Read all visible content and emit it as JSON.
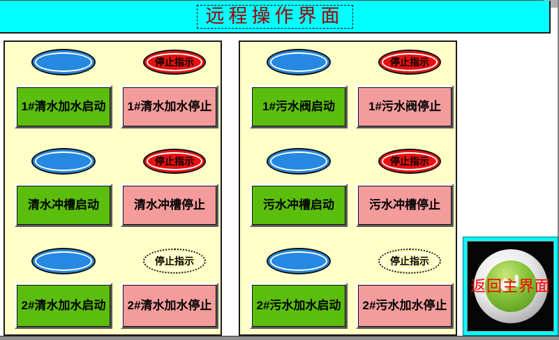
{
  "window": {
    "title": "远程操作界面"
  },
  "panels": [
    {
      "id": "clean-water",
      "sections": [
        {
          "indicator": "停止指示",
          "indicator_style": "red",
          "start": "1#清水加水启动",
          "stop": "1#清水加水停止"
        },
        {
          "indicator": "停止指示",
          "indicator_style": "red",
          "start": "清水冲槽启动",
          "stop": "清水冲槽停止"
        },
        {
          "indicator": "停止指示",
          "indicator_style": "yellow",
          "start": "2#清水加水启动",
          "stop": "2#清水加水停止"
        }
      ]
    },
    {
      "id": "sewage-water",
      "sections": [
        {
          "indicator": "停止指示",
          "indicator_style": "red",
          "start": "1#污水阀启动",
          "stop": "1#污水阀停止"
        },
        {
          "indicator": "停止指示",
          "indicator_style": "red",
          "start": "污水冲槽启动",
          "stop": "污水冲槽停止"
        },
        {
          "indicator": "停止指示",
          "indicator_style": "yellow",
          "start": "2#污水加水启动",
          "stop": "2#污水加水停止"
        }
      ]
    }
  ],
  "return_button": {
    "label": "返回主界面",
    "icon": "return-arrow"
  },
  "colors": {
    "titlebar_bg": "#00FFFF",
    "title_text": "#A00000",
    "panel_bg": "#FFFFC8",
    "start_button": "#5CBE0C",
    "stop_button": "#F49C9C",
    "run_lamp_blue": "#2688E0",
    "stop_lamp_red": "#E81010",
    "stop_lamp_yellow": "#FFFFC0",
    "return_label_red": "#FF0000"
  }
}
